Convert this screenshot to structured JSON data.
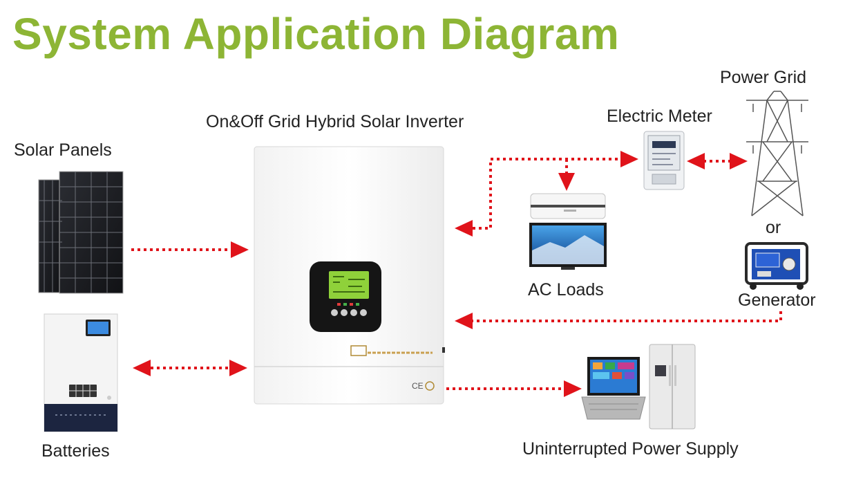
{
  "title": "System Application Diagram",
  "labels": {
    "inverter": "On&Off Grid Hybrid Solar Inverter",
    "solar_panels": "Solar Panels",
    "batteries": "Batteries",
    "electric_meter": "Electric Meter",
    "power_grid": "Power Grid",
    "or": "or",
    "generator": "Generator",
    "ac_loads": "AC Loads",
    "ups": "Uninterrupted Power Supply"
  },
  "colors": {
    "title": "#8db535",
    "arrow": "#e0131a",
    "text": "#222222"
  }
}
